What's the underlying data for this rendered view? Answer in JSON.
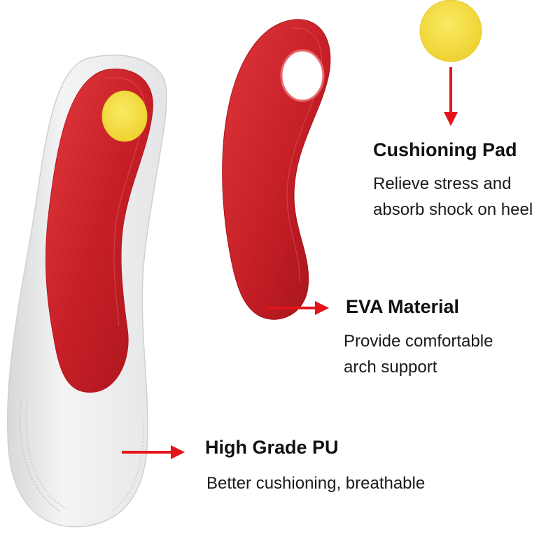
{
  "features": {
    "cushioning_pad": {
      "title": "Cushioning Pad",
      "desc_line1": "Relieve stress and",
      "desc_line2": "absorb shock on heel"
    },
    "eva_material": {
      "title": "EVA Material",
      "desc_line1": "Provide comfortable",
      "desc_line2": "arch support"
    },
    "high_grade_pu": {
      "title": "High Grade PU",
      "desc_line1": "Better cushioning, breathable"
    }
  },
  "colors": {
    "background": "#ffffff",
    "insole_top": "#e9e9ea",
    "support_red": "#c8222a",
    "cushion_pad": "#f6e047",
    "arrow_red": "#e3141b",
    "text": "#111111"
  }
}
